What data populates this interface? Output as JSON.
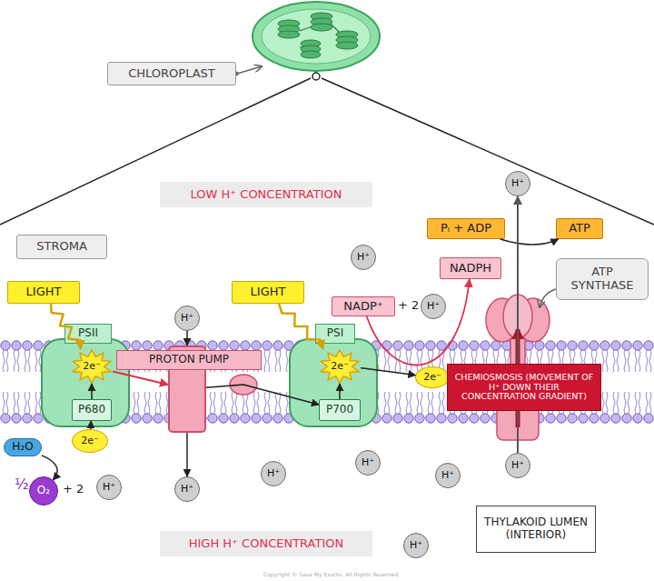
{
  "diagram": {
    "nodes": [
      {
        "text": [
          "CHLOROPLAST"
        ]
      },
      {
        "text": [
          "LOW H⁺ CONCENTRATION"
        ]
      },
      {
        "text": [
          "H⁺"
        ]
      },
      {
        "text": [
          "STROMA"
        ]
      },
      {
        "text": [
          "H⁺"
        ]
      },
      {
        "text": [
          "Pᵢ + ADP"
        ]
      },
      {
        "text": [
          "ATP"
        ]
      },
      {
        "text": [
          "NADPH"
        ]
      },
      {
        "text": [
          "ATP SYNTHASE"
        ]
      },
      {
        "text": [
          "LIGHT"
        ]
      },
      {
        "text": [
          "LIGHT"
        ]
      },
      {
        "text": [
          "NADP⁺"
        ]
      },
      {
        "text": [
          "H⁺"
        ]
      },
      {
        "text": [
          "H⁺"
        ]
      },
      {
        "text": [
          "PSII"
        ]
      },
      {
        "text": [
          "2e⁻"
        ],
        "in": 14
      },
      {
        "text": [
          "P680"
        ],
        "in": 14
      },
      {
        "text": [
          "PROTON PUMP"
        ]
      },
      {
        "text": [
          "PSI"
        ]
      },
      {
        "text": [
          "2e⁻"
        ],
        "in": 18
      },
      {
        "text": [
          "P700"
        ],
        "in": 18
      },
      {
        "text": [
          "2e⁻"
        ]
      },
      {
        "text": [
          "CHEMIOSMOSIS (MOVEMENT OF H⁺ DOWN THEIR CONCENTRATION GRADIENT)"
        ]
      },
      {
        "text": [
          "H₂O"
        ]
      },
      {
        "text": [
          "2e⁻"
        ]
      },
      {
        "text": [
          "O₂"
        ]
      },
      {
        "text": [
          "H⁺"
        ]
      },
      {
        "text": [
          "H⁺"
        ]
      },
      {
        "text": [
          "H⁺"
        ]
      },
      {
        "text": [
          "H⁺"
        ]
      },
      {
        "text": [
          "H⁺"
        ]
      },
      {
        "text": [
          "H⁺"
        ]
      },
      {
        "text": [
          "HIGH H⁺ CONCENTRATION"
        ]
      },
      {
        "text": [
          "THYLAKOID LUMEN (INTERIOR)"
        ]
      },
      {
        "text": [
          "H⁺"
        ]
      }
    ],
    "edges": [
      {
        "from": 9,
        "to": 15,
        "arrow": "to"
      },
      {
        "from": 10,
        "to": 19,
        "arrow": "to"
      },
      {
        "from": 24,
        "to": 16,
        "arrow": "to"
      },
      {
        "from": 16,
        "to": 15,
        "arrow": "to"
      },
      {
        "from": 20,
        "to": 19,
        "arrow": "to"
      },
      {
        "from": 23,
        "to": 25,
        "arrow": "to"
      },
      {
        "from": 15,
        "to": 17,
        "arrow": "to"
      },
      {
        "from": 17,
        "to": 20,
        "arrow": "to"
      },
      {
        "from": 19,
        "to": 21,
        "arrow": "to"
      },
      {
        "from": 11,
        "to": 7,
        "arrow": "to"
      },
      {
        "from": 5,
        "to": 6,
        "arrow": "to"
      },
      {
        "from": 13,
        "to": 17,
        "arrow": "to"
      },
      {
        "from": 17,
        "to": 27,
        "arrow": "to"
      },
      {
        "from": 31,
        "to": 2,
        "arrow": "to"
      }
    ],
    "labels": [
      "½",
      "+ 2",
      "+ 2",
      "Copyright © Save My Exams. All Rights Reserved"
    ]
  }
}
